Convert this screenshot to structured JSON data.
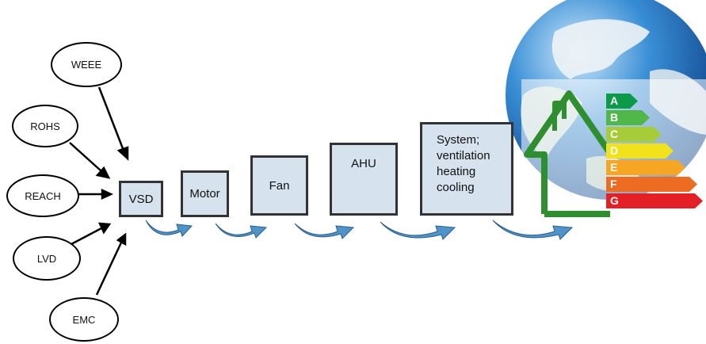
{
  "directives": {
    "weee": "WEEE",
    "rohs": "ROHS",
    "reach": "REACH",
    "lvd": "LVD",
    "emc": "EMC"
  },
  "chain": {
    "vsd": "VSD",
    "motor": "Motor",
    "fan": "Fan",
    "ahu": "AHU",
    "system": {
      "line1": "System;",
      "line2": "ventilation",
      "line3": "heating",
      "line4": "cooling"
    }
  },
  "energy_label": {
    "grades": [
      "A",
      "B",
      "C",
      "D",
      "E",
      "F",
      "G"
    ],
    "colors": [
      "#0a9a48",
      "#4fb848",
      "#a6cd39",
      "#f2e21b",
      "#f6a623",
      "#ee6b22",
      "#e41f26"
    ]
  },
  "colors": {
    "box_fill": "#d6e2ee",
    "flow_arrow": "#4f93c9",
    "house_outline": "#2f8f2f"
  }
}
